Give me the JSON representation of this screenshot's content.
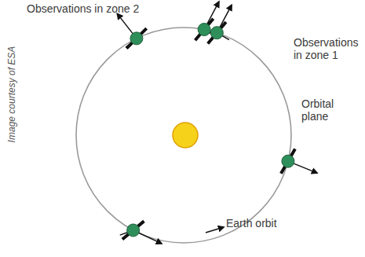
{
  "diagram": {
    "labels": [
      "Observations in zone 2",
      "Observations in zone 1",
      "Orbital plane",
      "Earth orbit",
      "Image courtesy of ESA"
    ]
  }
}
